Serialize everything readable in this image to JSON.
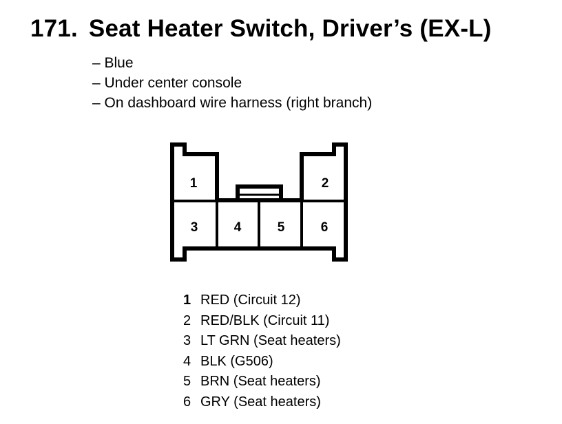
{
  "title": {
    "number": "171.",
    "text": "Seat Heater Switch, Driver’s (EX-L)"
  },
  "info": [
    "– Blue",
    "– Under center console",
    "– On dashboard wire harness (right branch)"
  ],
  "connector": {
    "pins": [
      "1",
      "2",
      "3",
      "4",
      "5",
      "6"
    ]
  },
  "wires": [
    {
      "pin": "1",
      "desc": "RED (Circuit 12)"
    },
    {
      "pin": "2",
      "desc": "RED/BLK (Circuit 11)"
    },
    {
      "pin": "3",
      "desc": "LT GRN (Seat heaters)"
    },
    {
      "pin": "4",
      "desc": "BLK (G506)"
    },
    {
      "pin": "5",
      "desc": "BRN (Seat heaters)"
    },
    {
      "pin": "6",
      "desc": "GRY (Seat heaters)"
    }
  ]
}
